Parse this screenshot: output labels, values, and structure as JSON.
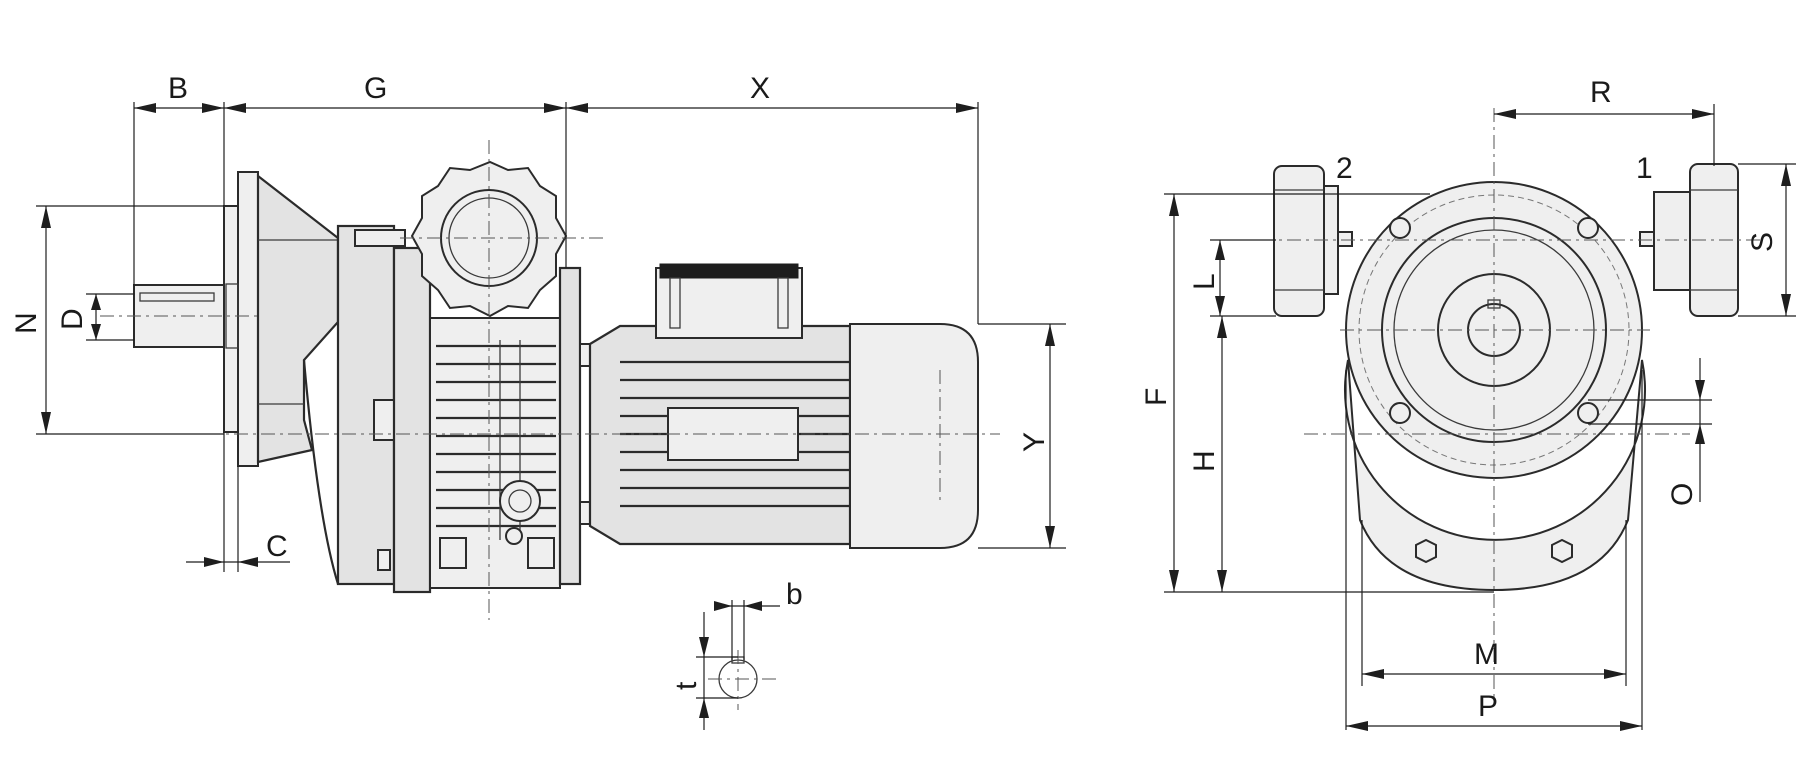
{
  "labels": {
    "B": "B",
    "G": "G",
    "X": "X",
    "N": "N",
    "D": "D",
    "C": "C",
    "Y": "Y",
    "b": "b",
    "t": "t",
    "R": "R",
    "one": "1",
    "two": "2",
    "S": "S",
    "F": "F",
    "L": "L",
    "H": "H",
    "O": "O",
    "M": "M",
    "P": "P"
  }
}
